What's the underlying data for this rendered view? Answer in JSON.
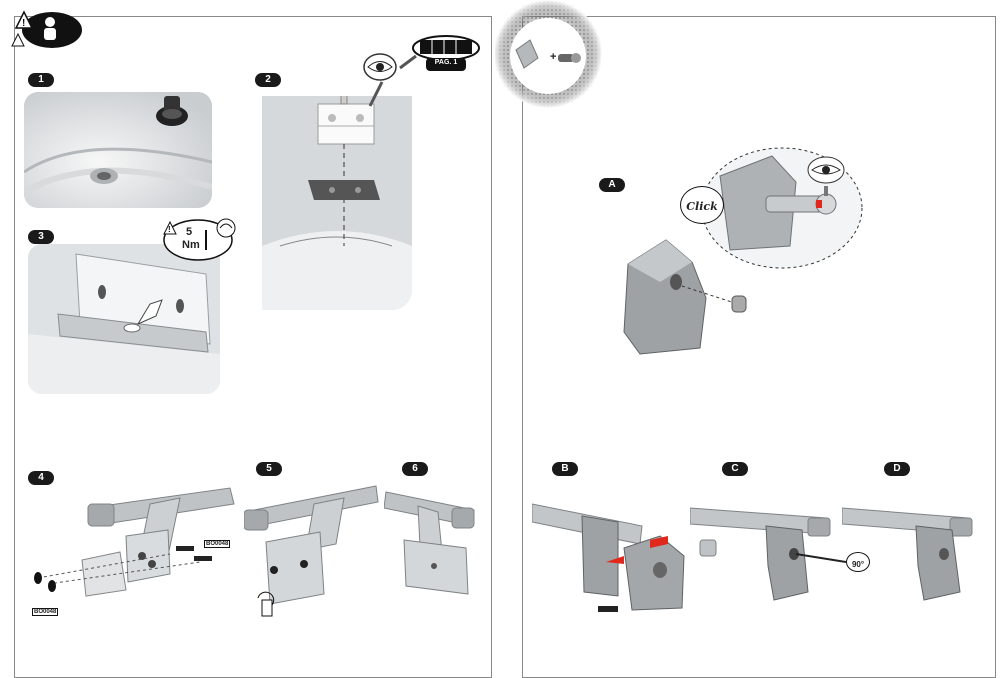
{
  "steps": {
    "s1": "1",
    "s2": "2",
    "s3": "3",
    "s4": "4",
    "s5": "5",
    "s6": "6",
    "a": "A",
    "b": "B",
    "c": "C",
    "d": "D"
  },
  "torque": {
    "value": "5",
    "unit": "Nm"
  },
  "page_ref": "PAG. 1",
  "click_text": "Click",
  "angle_text": "90°",
  "part_code": "BO0048",
  "plus": "+"
}
